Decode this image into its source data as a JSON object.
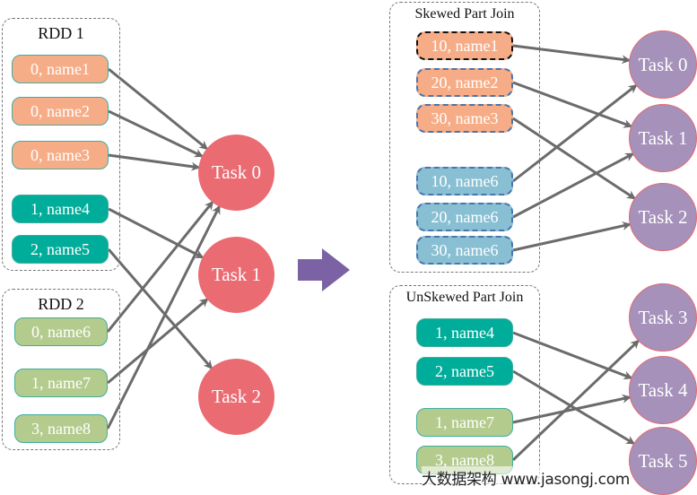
{
  "colors": {
    "orange": "#f6ad87",
    "teal": "#00ad9a",
    "green": "#b4cb8e",
    "blue": "#88bfd3",
    "task_red": "#eb6b72",
    "task_purple": "#a591ba",
    "edge": "#6b6b6b",
    "transition_arrow": "#7b62a5"
  },
  "left": {
    "rdd1": {
      "title": "RDD 1",
      "records": [
        {
          "label": "0, name1",
          "target": "task0"
        },
        {
          "label": "0, name2",
          "target": "task0"
        },
        {
          "label": "0, name3",
          "target": "task0"
        },
        {
          "label": "1, name4",
          "target": "task1"
        },
        {
          "label": "2, name5",
          "target": "task2"
        }
      ]
    },
    "rdd2": {
      "title": "RDD 2",
      "records": [
        {
          "label": "0, name6",
          "target": "task0"
        },
        {
          "label": "1, name7",
          "target": "task1"
        },
        {
          "label": "3, name8",
          "target": "task0"
        }
      ]
    },
    "tasks": [
      "Task 0",
      "Task 1",
      "Task 2"
    ]
  },
  "right": {
    "skewed": {
      "title": "Skewed Part Join",
      "records": [
        {
          "label": "10, name1",
          "target": "task0"
        },
        {
          "label": "20, name2",
          "target": "task1"
        },
        {
          "label": "30, name3",
          "target": "task2"
        },
        {
          "label": "10, name6",
          "target": "task0"
        },
        {
          "label": "20, name6",
          "target": "task1"
        },
        {
          "label": "30, name6",
          "target": "task2"
        }
      ]
    },
    "unskewed": {
      "title": "UnSkewed Part Join",
      "records": [
        {
          "label": "1, name4",
          "target": "task4"
        },
        {
          "label": "2, name5",
          "target": "task5"
        },
        {
          "label": "1, name7",
          "target": "task4"
        },
        {
          "label": "3, name8",
          "target": "task3"
        }
      ]
    },
    "tasks": [
      "Task 0",
      "Task 1",
      "Task 2",
      "Task 3",
      "Task 4",
      "Task 5"
    ]
  },
  "watermark": "大数据架构 www.jasongj.com"
}
